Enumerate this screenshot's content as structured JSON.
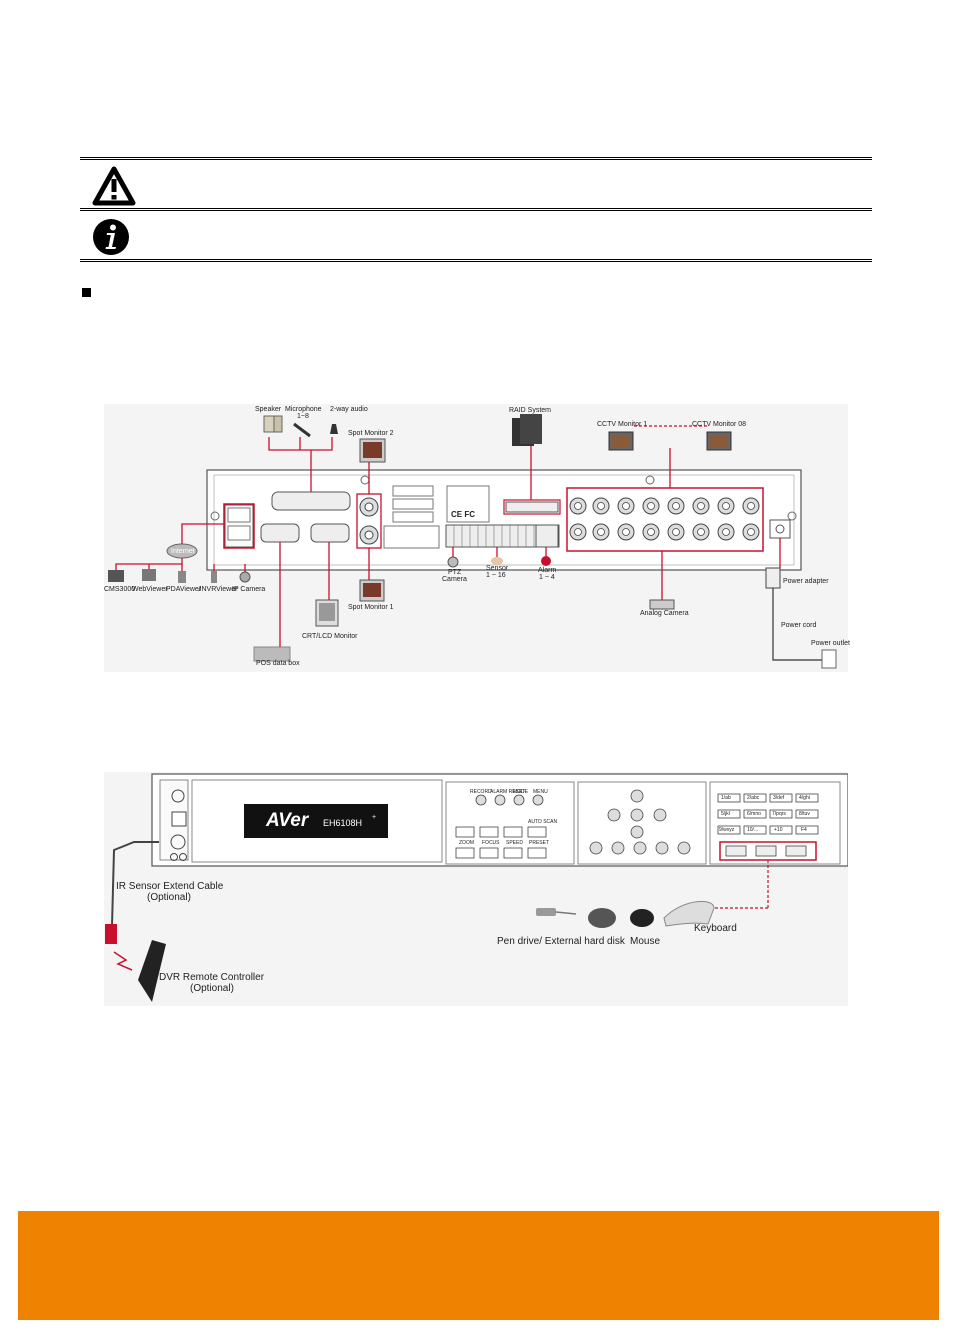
{
  "rear_diagram": {
    "labels": {
      "speaker": "Speaker",
      "microphone": "Microphone",
      "microphone_range": "1~8",
      "two_way_audio": "2-way audio",
      "spot_monitor_2": "Spot Monitor 2",
      "raid_system": "RAID System",
      "cctv_monitor_1": "CCTV Monitor 1",
      "cctv_monitor_08": "CCTV Monitor 08",
      "internet": "Internet",
      "cms3000": "CMS3000",
      "webviewer": "WebViewer",
      "pdaviewer": "PDAViewer",
      "jnvrviewer": "JNVRViewer",
      "ip_camera": "IP Camera",
      "ptz": "PTZ",
      "camera": "Camera",
      "sensor": "Sensor",
      "sensor_range": "1 ~ 16",
      "alarm": "Alarm",
      "alarm_range": "1 ~ 4",
      "spot_monitor_1": "Spot Monitor 1",
      "crt_lcd_monitor": "CRT/LCD Monitor",
      "pos_data_box": "POS data box",
      "analog_camera": "Analog Camera",
      "power_adapter": "Power adapter",
      "power_cord": "Power cord",
      "power_outlet": "Power outlet",
      "ce_mark": "CE FC"
    }
  },
  "front_diagram": {
    "labels": {
      "brand": "AVer",
      "model": "EH6108H",
      "model_suffix": "+",
      "ir_sensor_cable": "IR Sensor Extend Cable",
      "ir_optional": "(Optional)",
      "remote_controller": "DVR Remote Controller",
      "remote_optional": "(Optional)",
      "pen_drive": "Pen drive/ External hard disk",
      "mouse": "Mouse",
      "keyboard": "Keyboard",
      "record": "RECORD",
      "alarm_reset": "ALARM RESET",
      "mode": "MODE",
      "menu": "MENU",
      "zoom": "ZOOM",
      "focus": "FOCUS",
      "speed": "SPEED",
      "preset": "PRESET",
      "auto_scan": "AUTO SCAN",
      "keys": [
        "1/ab",
        "2/abc",
        "3/def",
        "4/ghi",
        "5/jkl",
        "6/mno",
        "7/pqrs",
        "8/tuv",
        "9/wxyz",
        "10/...",
        "+10",
        "F4"
      ]
    }
  },
  "colors": {
    "accent_red": "#c8102e",
    "footer_orange": "#ef8200"
  },
  "icons": {
    "caution": "warning-triangle-icon",
    "info": "info-circle-icon",
    "bullet": "square-bullet-icon"
  }
}
